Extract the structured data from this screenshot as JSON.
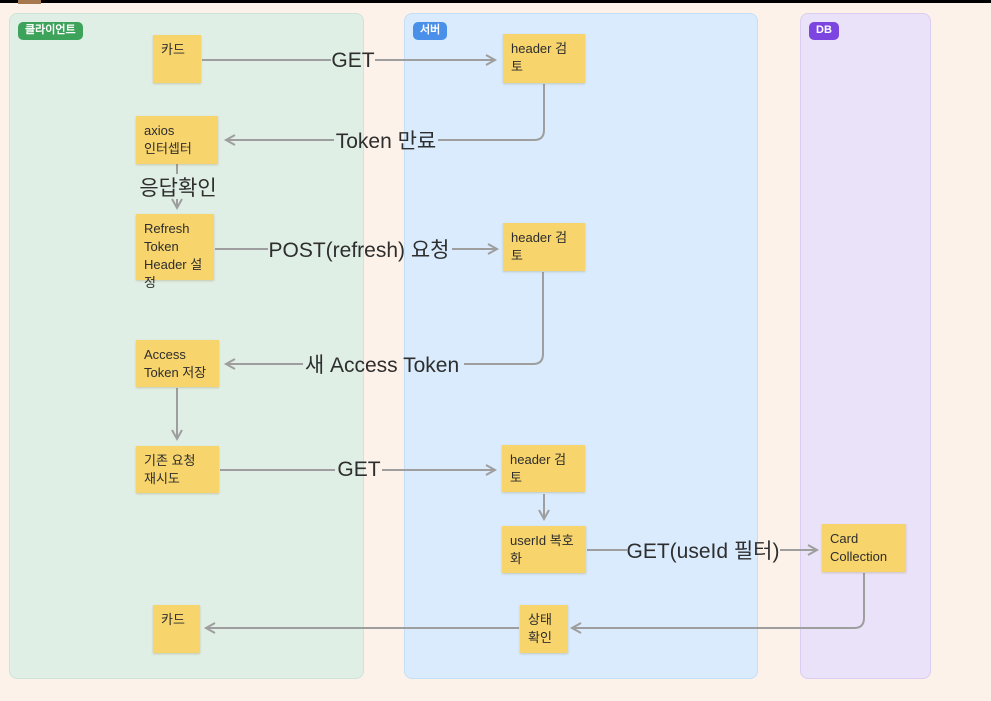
{
  "colors": {
    "background": "#fdf2e9",
    "client_lane_bg": "#e0efe5",
    "server_lane_bg": "#d9ebfc",
    "db_lane_bg": "#eae2f9",
    "client_badge": "#3da35b",
    "server_badge": "#4a8fe8",
    "db_badge": "#7c45e0",
    "sticky_note": "#f7d46c",
    "connector": "#9e9e9e"
  },
  "lanes": [
    {
      "id": "client",
      "label": "클라이언트"
    },
    {
      "id": "server",
      "label": "서버"
    },
    {
      "id": "db",
      "label": "DB"
    }
  ],
  "notes": {
    "card_top": {
      "text": "카드"
    },
    "axios_interceptor": {
      "text": "axios\n인터셉터"
    },
    "refresh_token_header": {
      "text": "Refresh\nToken\nHeader 설정"
    },
    "access_token_store": {
      "text": "Access\nToken 저장"
    },
    "retry_request": {
      "text": "기존 요청\n재시도"
    },
    "card_bottom": {
      "text": "카드"
    },
    "server_header_check_top": {
      "text": "header 검토"
    },
    "server_header_check_mid": {
      "text": "header 검토"
    },
    "server_header_check_bottom": {
      "text": "header 검토"
    },
    "userid_decrypt": {
      "text": "userId 복호화"
    },
    "status_check": {
      "text": "상태\n확인"
    },
    "card_collection": {
      "text": "Card\nCollection"
    }
  },
  "flow_labels": {
    "get_initial": "GET",
    "token_expired": "Token 만료",
    "response_check": "응답확인",
    "post_refresh_request": "POST(refresh) 요청",
    "new_access_token": "새 Access Token",
    "get_retry": "GET",
    "get_useid_filter": "GET(useId 필터)"
  }
}
